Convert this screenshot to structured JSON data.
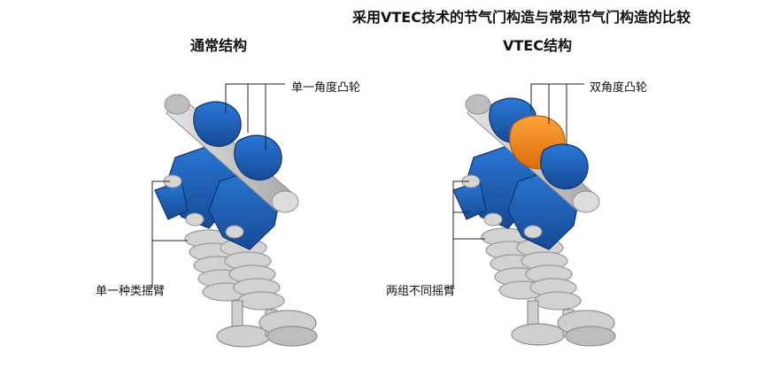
{
  "title": "采用VTEC技术的节气门构造与常规节气门构造的比较",
  "left": {
    "title": "通常结构",
    "cam_label": "单一角度凸轮",
    "arm_label": "单一种类摇臂"
  },
  "right": {
    "title": "VTEC结构",
    "cam_label": "双角度凸轮",
    "arm_label": "两组不同摇臂"
  },
  "colors": {
    "blue": "#1e5fb8",
    "blue_dark": "#123f80",
    "gray": "#c9c9c9",
    "gray_dark": "#8e8e8e",
    "orange": "#f08a1c"
  }
}
